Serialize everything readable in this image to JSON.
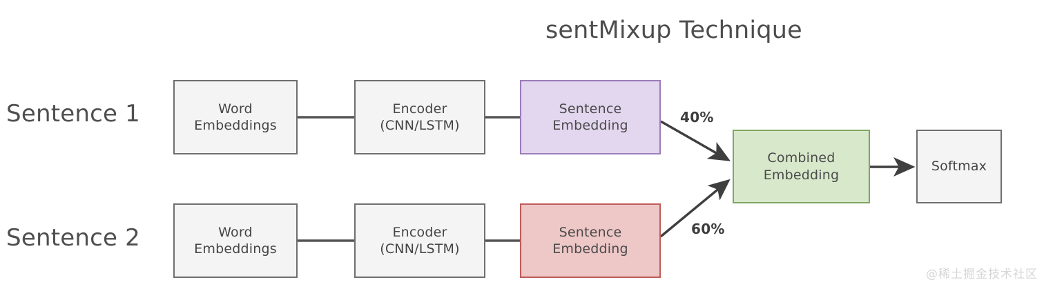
{
  "diagram": {
    "title": "sentMixup Technique",
    "row_labels": [
      {
        "id": "sentence-1",
        "text": "Sentence 1"
      },
      {
        "id": "sentence-2",
        "text": "Sentence 2"
      }
    ],
    "nodes": [
      {
        "id": "word-embeddings-1",
        "lines": [
          "Word",
          "Embeddings"
        ],
        "style": "grey"
      },
      {
        "id": "encoder-1",
        "lines": [
          "Encoder",
          "(CNN/LSTM)"
        ],
        "style": "grey"
      },
      {
        "id": "sentence-embedding-1",
        "lines": [
          "Sentence",
          "Embedding"
        ],
        "style": "purple"
      },
      {
        "id": "word-embeddings-2",
        "lines": [
          "Word",
          "Embeddings"
        ],
        "style": "grey"
      },
      {
        "id": "encoder-2",
        "lines": [
          "Encoder",
          "(CNN/LSTM)"
        ],
        "style": "grey"
      },
      {
        "id": "sentence-embedding-2",
        "lines": [
          "Sentence",
          "Embedding"
        ],
        "style": "red"
      },
      {
        "id": "combined-embedding",
        "lines": [
          "Combined",
          "Embedding"
        ],
        "style": "green"
      },
      {
        "id": "softmax",
        "lines": [
          "Softmax"
        ],
        "style": "grey"
      }
    ],
    "edge_labels": [
      {
        "id": "weight-top",
        "text": "40%"
      },
      {
        "id": "weight-bottom",
        "text": "60%"
      }
    ],
    "colors": {
      "grey_fill": "#f4f4f4",
      "grey_stroke": "#6e6e6e",
      "purple_fill": "#e3d6ef",
      "purple_stroke": "#9b7cb9",
      "red_fill": "#eec7c7",
      "red_stroke": "#c05b58",
      "green_fill": "#d7e8cb",
      "green_stroke": "#7da861",
      "text": "#4a4a4a",
      "connector": "#555555"
    }
  },
  "watermark": {
    "text": "@稀土掘金技术社区"
  }
}
